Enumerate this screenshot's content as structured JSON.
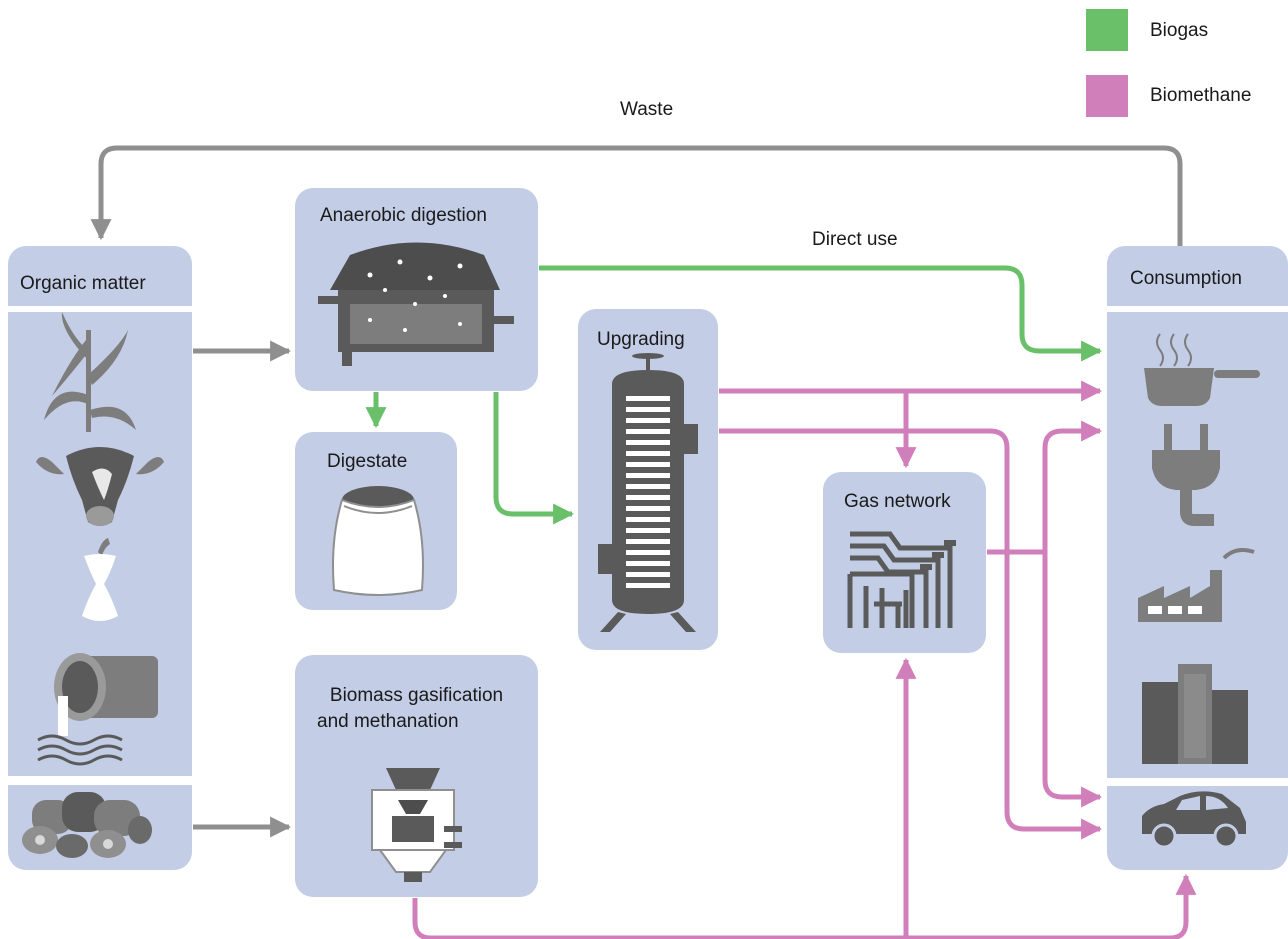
{
  "legend": {
    "biogas_label": "Biogas",
    "biomethane_label": "Biomethane"
  },
  "flows": {
    "waste_label": "Waste",
    "direct_use_label": "Direct use"
  },
  "boxes": {
    "organic_matter": "Organic matter",
    "anaerobic_digestion": "Anaerobic digestion",
    "digestate": "Digestate",
    "upgrading": "Upgrading",
    "gas_network": "Gas network",
    "biomass_gasification_line1": "Biomass gasification",
    "biomass_gasification_line2": "and methanation",
    "consumption": "Consumption"
  },
  "colors": {
    "box_fill": "#c3cde6",
    "box_divider": "#ffffff",
    "icon_gray": "#7d7d7d",
    "icon_dark": "#5a5a5a",
    "biogas_green": "#6abf69",
    "biomethane_pink": "#d17fba",
    "waste_gray": "#8f8f8f"
  },
  "icons": {
    "organic_matter": [
      "corn-plant-icon",
      "cow-icon",
      "apple-core-icon",
      "sewage-pipe-icon",
      "wood-logs-icon"
    ],
    "anaerobic_digestion": "digester-tank-icon",
    "digestate": "fertilizer-sack-icon",
    "upgrading": "upgrading-column-icon",
    "gas_network": "gas-pipeline-icon",
    "biomass_gasification": "gasifier-icon",
    "consumption": [
      "cooking-pot-icon",
      "electric-plug-icon",
      "factory-icon",
      "city-buildings-icon",
      "car-icon"
    ]
  }
}
